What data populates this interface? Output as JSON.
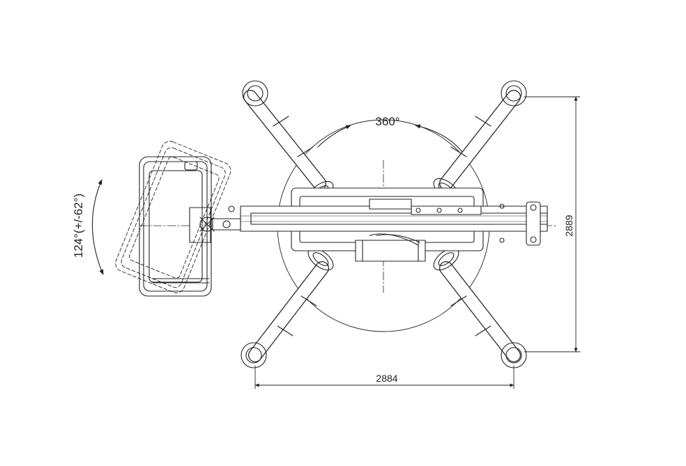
{
  "labels": {
    "rotation_turret": "360°",
    "rotation_basket": "124°(+/-62°)",
    "width_dimension": "2884",
    "height_dimension": "2889"
  },
  "colors": {
    "line": "#222222",
    "background": "#ffffff"
  }
}
